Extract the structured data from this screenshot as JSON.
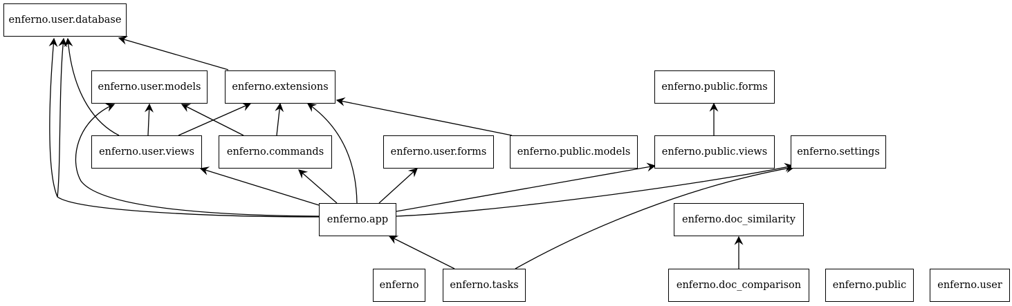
{
  "diagram": {
    "nodes": {
      "database": "enferno.user.database",
      "user_models": "enferno.user.models",
      "extensions": "enferno.extensions",
      "public_forms": "enferno.public.forms",
      "user_views": "enferno.user.views",
      "commands": "enferno.commands",
      "user_forms": "enferno.user.forms",
      "public_models": "enferno.public.models",
      "public_views": "enferno.public.views",
      "settings": "enferno.settings",
      "app": "enferno.app",
      "doc_similarity": "enferno.doc_similarity",
      "enferno": "enferno",
      "tasks": "enferno.tasks",
      "doc_comparison": "enferno.doc_comparison",
      "public": "enferno.public",
      "user": "enferno.user"
    },
    "edges": [
      {
        "from": "enferno.extensions",
        "to": "enferno.user.database"
      },
      {
        "from": "enferno.user.views",
        "to": "enferno.user.database"
      },
      {
        "from": "enferno.app",
        "to": "enferno.user.database"
      },
      {
        "from": "enferno.user.views",
        "to": "enferno.user.models"
      },
      {
        "from": "enferno.user.views",
        "to": "enferno.extensions"
      },
      {
        "from": "enferno.commands",
        "to": "enferno.user.models"
      },
      {
        "from": "enferno.commands",
        "to": "enferno.extensions"
      },
      {
        "from": "enferno.app",
        "to": "enferno.user.models"
      },
      {
        "from": "enferno.app",
        "to": "enferno.extensions"
      },
      {
        "from": "enferno.public.models",
        "to": "enferno.extensions"
      },
      {
        "from": "enferno.public.views",
        "to": "enferno.public.forms"
      },
      {
        "from": "enferno.app",
        "to": "enferno.user.views"
      },
      {
        "from": "enferno.app",
        "to": "enferno.commands"
      },
      {
        "from": "enferno.app",
        "to": "enferno.user.forms"
      },
      {
        "from": "enferno.app",
        "to": "enferno.public.views"
      },
      {
        "from": "enferno.app",
        "to": "enferno.settings"
      },
      {
        "from": "enferno.tasks",
        "to": "enferno.app"
      },
      {
        "from": "enferno.tasks",
        "to": "enferno.settings"
      },
      {
        "from": "enferno.doc_comparison",
        "to": "enferno.doc_similarity"
      }
    ]
  }
}
